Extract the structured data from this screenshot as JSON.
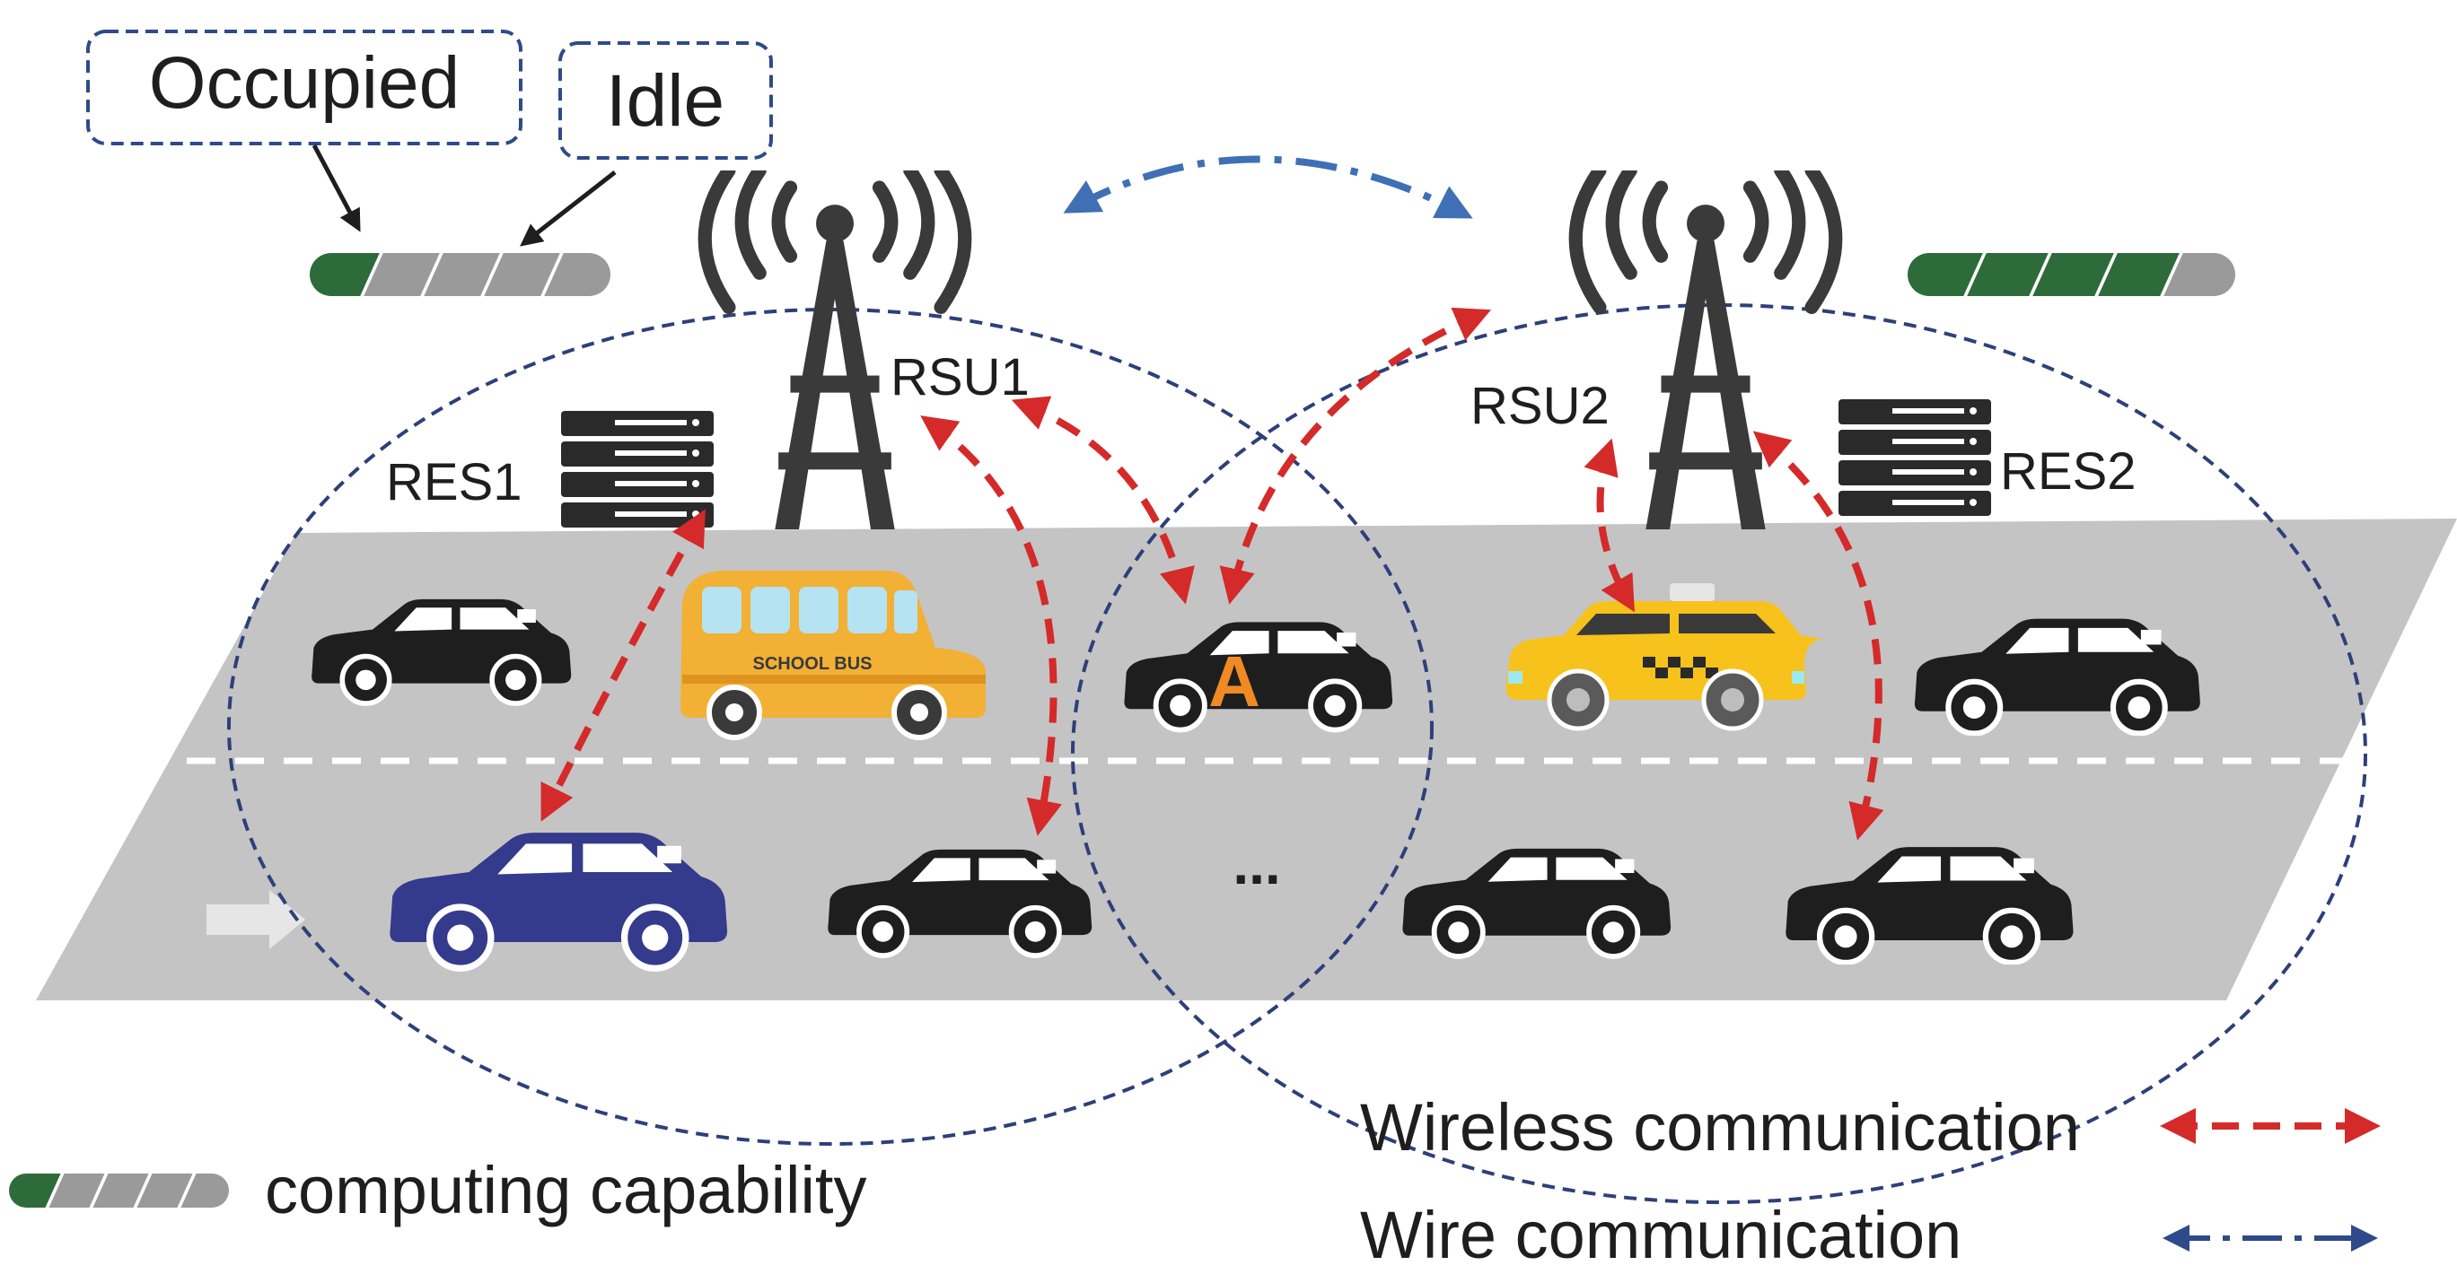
{
  "labels": {
    "occupied": "Occupied",
    "idle": "Idle",
    "rsu1": "RSU1",
    "rsu2": "RSU2",
    "res1": "RES1",
    "res2": "RES2",
    "bus_text": "SCHOOL BUS",
    "vehicle_a": "A",
    "ellipsis": "...",
    "legend_capability": "computing capability",
    "legend_wireless": "Wireless communication",
    "legend_wire": "Wire communication"
  },
  "capability_bars": {
    "rsu1": {
      "occupied_segments": 1,
      "total_segments": 5
    },
    "rsu2": {
      "occupied_segments": 4,
      "total_segments": 5
    },
    "legend": {
      "occupied_segments": 1,
      "total_segments": 5
    }
  },
  "colors": {
    "occupied": "#2e6b3a",
    "idle": "#9a9a9a",
    "wireless": "#d42a2a",
    "wire": "#3f6fb5",
    "coverage": "#2e3f7a",
    "road": "#c4c4c4",
    "vehicle": "#1e1e1e",
    "bus": "#f2b035",
    "taxi": "#f7c21c",
    "blue_car": "#343a8c",
    "label_border": "#2e4a8a"
  }
}
